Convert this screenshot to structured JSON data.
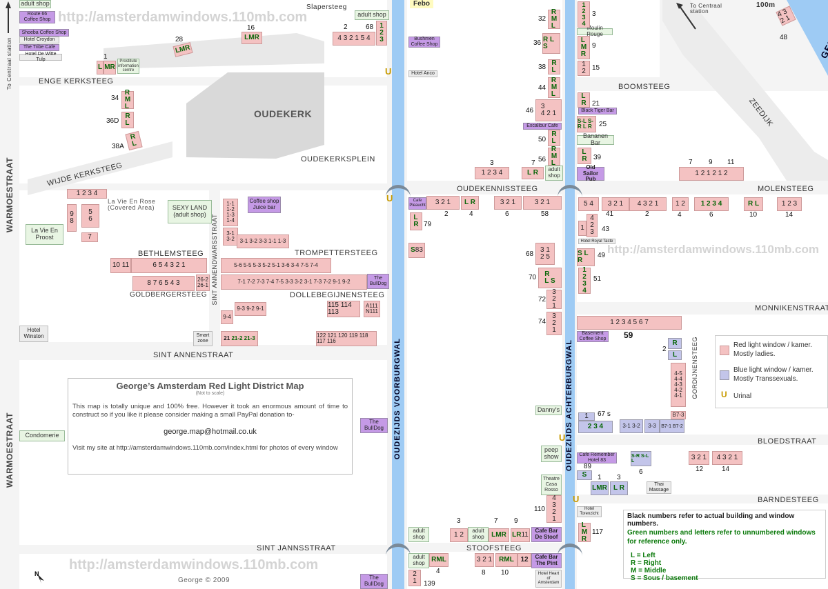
{
  "watermarks": [
    "http://amsterdamwindows.110mb.com",
    "http://amsterdamwindows.110mb.com",
    "http://amsterdamwindows.110mb.com"
  ],
  "canals": {
    "west": "OUDEZIJDS  VOORBURGWAL",
    "east": "OUDEZIJDS  ACHTERBURGWAL",
    "geldersekade": "GELDERSKADE"
  },
  "streets": {
    "warmoesstraat": "WARMOESTRAAT",
    "enge_kerksteeg": "ENGE KERKSTEEG",
    "wijde_kerksteeg": "WIJDE KERKSTEEG",
    "oudekerk": "OUDEKERK",
    "oudekerksplein": "OUDEKERKSPLEIN",
    "slapersteeg": "Slapersteeg",
    "bethlemsteeg": "BETHLEMSTEEG",
    "goldbergersteeg": "GOLDBERGERSTEEG",
    "sint_annenstraat": "SINT  ANNENSTRAAT",
    "sint_annendwarsstraat": "SINT ANNENDWARSSTRAAT",
    "trompettersteeg": "TROMPETTERSTEEG",
    "dollebegijnensteeg": "DOLLEBEGIJNENSTEEG",
    "sint_jannsstraat": "SINT JANNSSTRAAT",
    "oudekennissteeg": "OUDEKENNISSTEEG",
    "stoofsteeg": "STOOFSTEEG",
    "boomsteeg": "BOOMSTEEG",
    "zeedijk": "ZEEDIJK",
    "molensteeg": "MOLENSTEEG",
    "monnikenstraat": "MONNIKENSTRAAT",
    "gordijnensteeg": "GORDIJNENSTEEG",
    "bloedstraat": "BLOEDSTRAAT",
    "barndesteeg": "BARNDESTEEG",
    "to_centraal_left": "To Centraal station",
    "to_centraal_right": "To Centraal station",
    "hundred_m": "100m"
  },
  "places": {
    "adult_shop_tl": "adult shop",
    "route66": "Route 66 Coffee Shop",
    "shoeba": "Shoeba Coffee Shop",
    "hotel_croydon": "Hotel Croydon",
    "tribe": "The Tribe Cafe",
    "de_witte_tulp": "Hotel De Witte Tulp",
    "prostitute_info": "Prostitute information centre",
    "la_vie_rose": "La Vie En Rose (Covered Area)",
    "sexy_land": "SEXY LAND (adult shop)",
    "coffee_juice": "Coffee shop Juice bar",
    "la_vie_proost": "La Vie En Proost",
    "hotel_winston": "Hotel Winston",
    "smart_zone": "Smart zone",
    "the_bulldog_1": "The BullDog",
    "the_bulldog_2": "The BullDog",
    "the_bulldog_3": "The BullDog",
    "condomerie": "Condomerie",
    "febo": "Febo",
    "adult_shop_top": "adult shop",
    "bushmen": "Bushmen Coffee Shop",
    "hotel_anco": "Hotel Anco",
    "cafe_pleaucht": "Cafe Pleaucht",
    "moulin_rouge": "Moulin Rouge",
    "black_tiger": "Black Tiger Bar",
    "excalibur": "Excalibur Cafe",
    "bananen": "Bananen Bar",
    "old_sailor": "Old Sailor Pub",
    "adult_shop_56": "adult shop",
    "hotel_royal_taste": "Hotel Royal Taste",
    "basement_coffee": "Basement Coffee Shop",
    "dannys": "Danny's",
    "peep_show": "peep show",
    "theatre_casa": "Theatre Casa Rosso",
    "hotel_torenzicht": "Hotel Torenzicht",
    "cafe_remember": "Cafe Remember Hotel 83",
    "thai_massage": "Thai Massage",
    "adult_shop_b1": "adult shop",
    "adult_shop_b2": "adult shop",
    "adult_shop_b3": "adult shop",
    "cafe_bar_de_stoof": "Cafe Bar De Stoof",
    "cafe_bar_the_pint": "Cafe Bar The Pint",
    "hotel_heart": "Hotel Heart of Amsterdam"
  },
  "info": {
    "title": "George’s Amsterdam Red Light District Map",
    "subtitle": "(Not to scale)",
    "text1": "This map is totally unique and 100% free. However it took an enormous amount of time to construct so if you like it please consider making a small PayPal donation to-",
    "email": "george.map@hotmail.co.uk",
    "text2": "Visit my site at http://amsterdamwindows.110mb.com/index.html for photos of every window"
  },
  "legend": {
    "red": "Red light window / kamer. Mostly ladies.",
    "blue": "Blue light window / kamer. Mostly Transsexuals.",
    "urinal_symbol": "U",
    "urinal": "Urinal"
  },
  "note": {
    "line1": "Black numbers refer to actual building and window numbers.",
    "line2": "Green numbers and letters  refer to unnumbered windows for reference only.",
    "l": "L = Left",
    "r": "R = Right",
    "m": "M = Middle",
    "s": "S = Sous / basement"
  },
  "signature": "George  ©  2009",
  "north": "N",
  "colors": {
    "red_window": "#f4c2c2",
    "blue_window": "#c3c5ea",
    "canal": "#9ecbf4",
    "purple_place": "#c59ae6",
    "green_place": "#e8f5e3",
    "urinal": "#c79a00"
  }
}
